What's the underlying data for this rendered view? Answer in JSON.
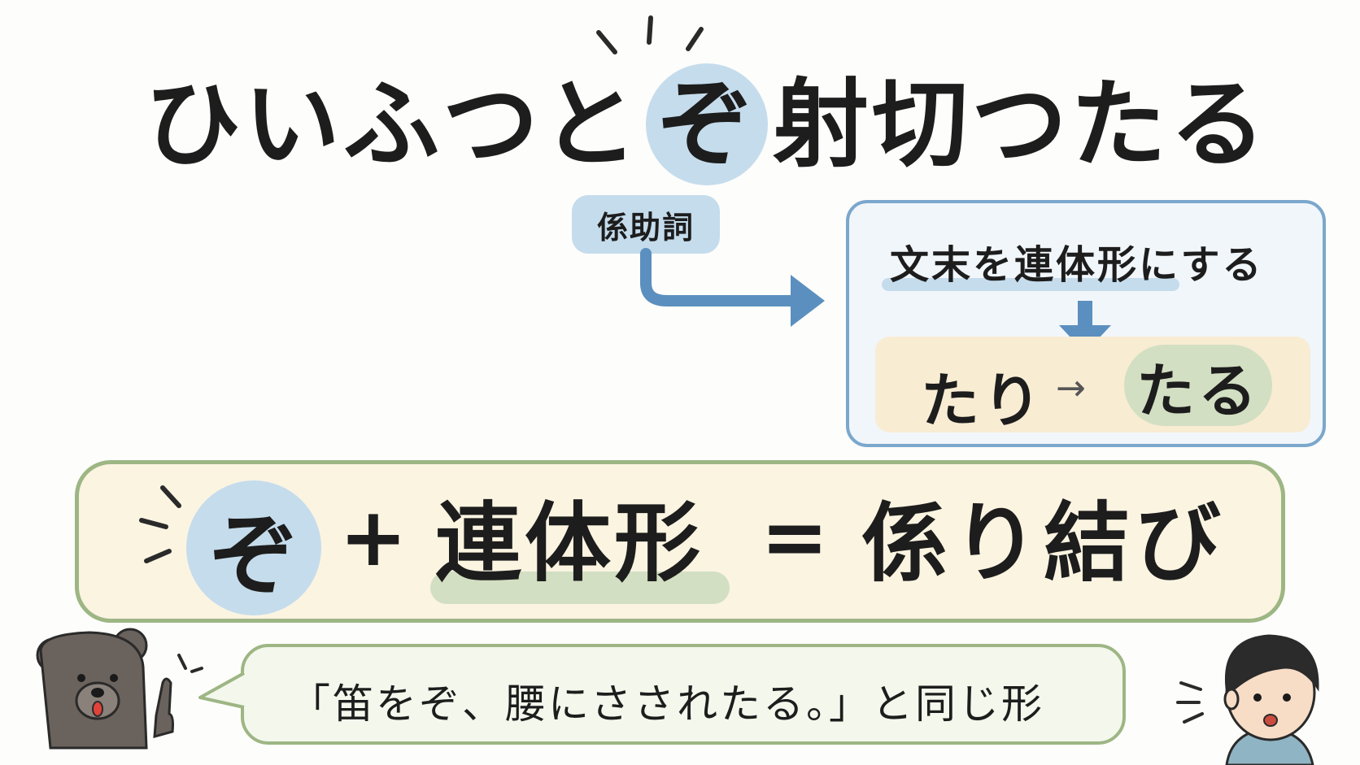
{
  "title": {
    "before": "ひいふつと",
    "highlight": "ぞ",
    "after": "射切つたる"
  },
  "particle_label": "係助詞",
  "rule": {
    "text": "文末を連体形にする",
    "from": "たり",
    "arrow": "→",
    "to": "たる"
  },
  "formula": {
    "particle": "ぞ",
    "plus": "+",
    "form": "連体形",
    "equals": "=",
    "result": "係り結び"
  },
  "bubble": {
    "text": "「笛をぞ、腰にさされたる。」と同じ形"
  },
  "colors": {
    "blue_highlight": "#c5dcec",
    "blue_stroke": "#5b8fbf",
    "green_stroke": "#9db684",
    "green_highlight": "#d2dfc2",
    "cream": "#fbf4e1"
  },
  "icons": [
    "sparkle-icon",
    "arrow-right-icon",
    "arrow-down-icon",
    "bear-character-icon",
    "boy-character-icon"
  ]
}
